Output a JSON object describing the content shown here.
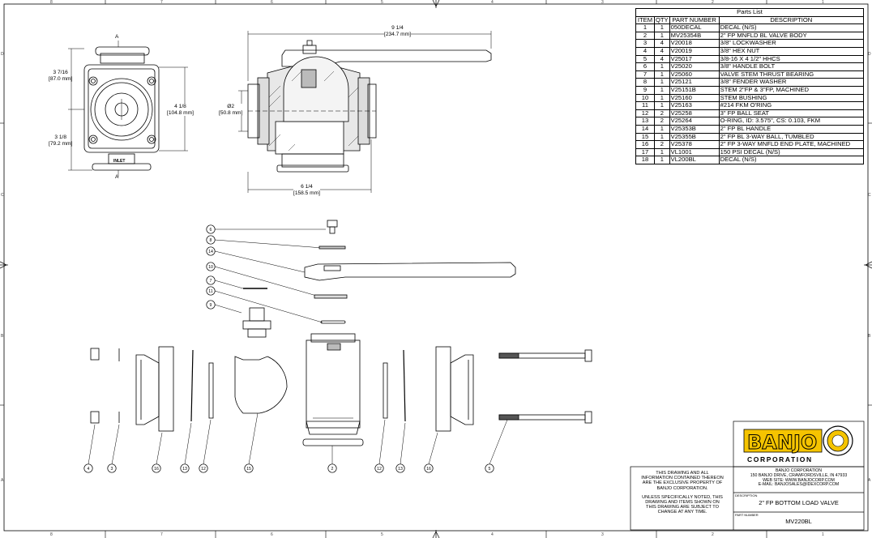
{
  "border": {
    "top_cols": [
      "8",
      "7",
      "6",
      "5",
      "4",
      "3",
      "2",
      "1"
    ],
    "side_rows": [
      "D",
      "C",
      "B",
      "A"
    ]
  },
  "parts_list": {
    "title": "Parts List",
    "headers": [
      "ITEM",
      "QTY",
      "PART NUMBER",
      "DESCRIPTION"
    ],
    "rows": [
      [
        "1",
        "1",
        "050DECAL",
        "DECAL (N/S)"
      ],
      [
        "2",
        "1",
        "MV25354B",
        "2\" FP MNFLD BL VALVE BODY"
      ],
      [
        "3",
        "4",
        "V20018",
        "3/8\" LOCKWASHER"
      ],
      [
        "4",
        "4",
        "V20019",
        "3/8\" HEX NUT"
      ],
      [
        "5",
        "4",
        "V25017",
        "3/8-16 X 4 1/2\" HHCS"
      ],
      [
        "6",
        "1",
        "V25020",
        "3/8\" HANDLE BOLT"
      ],
      [
        "7",
        "1",
        "V25060",
        "VALVE STEM THRUST BEARING"
      ],
      [
        "8",
        "1",
        "V25121",
        "3/8\" FENDER WASHER"
      ],
      [
        "9",
        "1",
        "V25151B",
        "STEM 2\"FP & 3\"FP, MACHINED"
      ],
      [
        "10",
        "1",
        "V25160",
        "STEM BUSHING"
      ],
      [
        "11",
        "1",
        "V25163",
        "#214 FKM O'RING"
      ],
      [
        "12",
        "2",
        "V25258",
        "3\" FP BALL SEAT"
      ],
      [
        "13",
        "2",
        "V25264",
        "O-RING, ID: 3.575\", CS: 0.103, FKM"
      ],
      [
        "14",
        "1",
        "V25353B",
        "2\" FP BL HANDLE"
      ],
      [
        "15",
        "1",
        "V25355B",
        "2\" FP BL 3-WAY BALL, TUMBLED"
      ],
      [
        "16",
        "2",
        "V25378",
        "2\" FP 3-WAY MNFLD END PLATE, MACHINED"
      ],
      [
        "17",
        "1",
        "VL1001",
        "150 PSI DECAL (N/S)"
      ],
      [
        "18",
        "1",
        "VL200BL",
        "DECAL (N/S)"
      ]
    ]
  },
  "dimensions": {
    "top_width": "9 1/4",
    "top_width_mm": "[234.7 mm]",
    "bottom_width": "6 1/4",
    "bottom_width_mm": "[158.5 mm]",
    "diameter": "Ø2",
    "diameter_mm": "[50.8 mm]",
    "height_upper": "3 7/16",
    "height_upper_mm": "[87.0 mm]",
    "height_lower": "3 1/8",
    "height_lower_mm": "[79.2 mm]",
    "height_total": "4 1/8",
    "height_total_mm": "[104.8 mm]",
    "section_a": "A",
    "inlet": "INLET"
  },
  "balloons": {
    "stack": [
      "6",
      "8",
      "14",
      "10",
      "7",
      "11",
      "9"
    ],
    "bottom": [
      "4",
      "3",
      "16",
      "13",
      "12",
      "15",
      "2",
      "12",
      "13",
      "16",
      "5"
    ]
  },
  "title_block": {
    "notice_1": [
      "THIS DRAWING AND ALL",
      "INFORMATION CONTAINED THEREON",
      "ARE THE EXCLUSIVE PROPERTY OF",
      "BANJO CORPORATION."
    ],
    "notice_2": [
      "UNLESS SPECIFICALLY NOTED, THIS",
      "DRAWING AND ITEMS SHOWN ON",
      "THIS DRAWING ARE SUBJECT TO",
      "CHANGE AT ANY TIME."
    ],
    "company": "BANJO CORPORATION",
    "address": "150 BANJO DRIVE, CRAWFORDSVILLE, IN 47933",
    "web": "WEB SITE: WWW.BANJOCORP.COM",
    "email": "E-MAIL: BANJOSALES@IDEXCORP.COM",
    "description_label": "DESCRIPTION",
    "description": "2\" FP BOTTOM LOAD VALVE",
    "part_number_label": "PART NUMBER",
    "part_number": "MV220BL",
    "logo_text": "BANJO",
    "logo_sub": "CORPORATION",
    "brand_color": "#f5c400"
  }
}
